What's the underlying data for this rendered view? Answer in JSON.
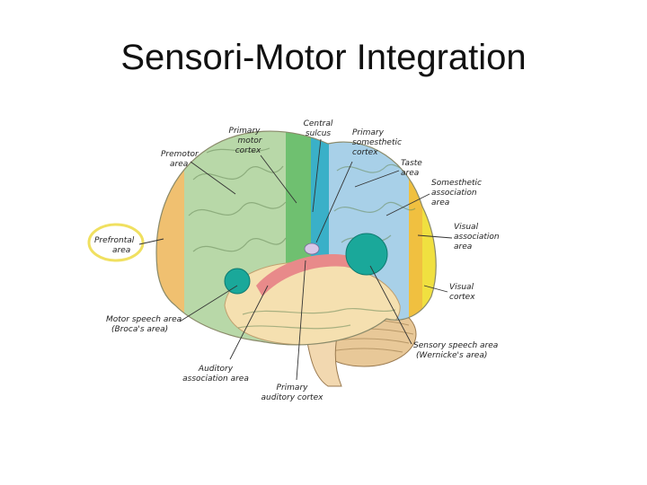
{
  "slide": {
    "title": "Sensori-Motor Integration"
  },
  "colors": {
    "prefrontal": "#f0c070",
    "premotor": "#b8d8a8",
    "primary_motor": "#6fc070",
    "central_sulcus": "#3ab0c8",
    "somesthetic": "#a8d0e8",
    "visual_assoc": "#f0c040",
    "visual_cortex": "#f0e040",
    "temporal": "#f5e0b0",
    "auditory": "#e88a8a",
    "speech_area": "#1aa89a",
    "highlight": "#f0e060",
    "cerebellum": "#e8c898"
  },
  "labels": {
    "premotor": [
      "Premotor",
      "area"
    ],
    "primary_motor": [
      "Primary",
      "motor",
      "cortex"
    ],
    "central_sulcus": [
      "Central",
      "sulcus"
    ],
    "primary_somesthetic": [
      "Primary",
      "somesthetic",
      "cortex"
    ],
    "taste": [
      "Taste",
      "area"
    ],
    "somesthetic_assoc": [
      "Somesthetic",
      "association",
      "area"
    ],
    "prefrontal": [
      "Prefrontal",
      "area"
    ],
    "visual_assoc": [
      "Visual",
      "association",
      "area"
    ],
    "visual_cortex": [
      "Visual",
      "cortex"
    ],
    "motor_speech": [
      "Motor speech area",
      "(Broca's area)"
    ],
    "sensory_speech": [
      "Sensory speech area",
      "(Wernicke's area)"
    ],
    "auditory_assoc": [
      "Auditory",
      "association area"
    ],
    "primary_auditory": [
      "Primary",
      "auditory cortex"
    ]
  }
}
